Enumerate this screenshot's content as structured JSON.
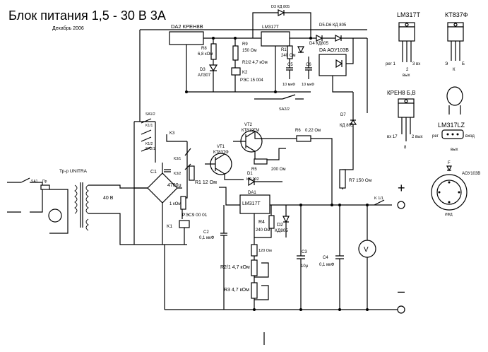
{
  "title": "Блок питания 1,5 - 30 В 3А",
  "date": "Декабрь 2006",
  "labels": {
    "da2": "DA2 КРЕН8В",
    "d3_top": "D3 КД 805",
    "lm317_top": "LM317T",
    "d5d6": "D5-D6 КД 805",
    "r8": "R8",
    "r8_val": "6,8 кОм",
    "r9": "R9",
    "r9_val": "150 Ом",
    "r1_top": "R1",
    "r1_top_val": "240 Ом",
    "d4": "D4 КД805",
    "da_aou": "DA АОУ103В",
    "d3": "D3",
    "d3_val": "АЛ307",
    "r2_2": "R2/2 4,7 кОм",
    "k2": "K2",
    "c5": "C5",
    "c6": "C6",
    "c5_val": "10 мкФ",
    "c6_val": "10 мкФ",
    "k2_relay": "РЭС 15 004",
    "sa22": "SA2/2",
    "sa12": "SA1/2",
    "k11": "K1/1",
    "vt2": "VT2",
    "vt2_type": "КТ819ГМ",
    "r6": "R6",
    "r6_val": "0,22 Ом",
    "d7": "D7",
    "d7_val": "КД 805",
    "k3": "K3",
    "k12": "K1/2",
    "sa21": "SA2/1",
    "vt1": "VT1",
    "vt1_type": "КТ837Ф",
    "k31": "K3/1",
    "k32": "K3/2",
    "r5": "R5",
    "r5_val": "200 Ом",
    "d1": "D1",
    "d1_val": "КД 202",
    "c1": "C1",
    "c1_val": "4700μ",
    "r1": "R1 12 Ом",
    "r1k": "1 кОм",
    "da1": "DA1",
    "da1_type": "LM317T",
    "r7": "R7 150 Ом",
    "k11b": "K 1/1",
    "tr": "Тр-р UNITRA",
    "v40": "40 В",
    "fuse": "Пр",
    "sa1": "SA1",
    "res_relay": "РЭС9 00 01",
    "k1": "K1",
    "c2": "C2",
    "c2_val": "0,1 мкФ",
    "r4": "R4",
    "r4_val": "240 Ом",
    "d2": "D2",
    "d2_val": "КД805",
    "r120": "120 Ом",
    "c3": "C3",
    "c3_val": "10μ",
    "c4": "C4",
    "c4_val": "0,1 мкФ",
    "r21": "R2/1 4,7 кОм",
    "r3": "R3 4,7 кОм",
    "plus": "+",
    "minus": "–",
    "volt": "V"
  },
  "pinouts": {
    "lm317t": {
      "title": "LM317T",
      "reg": "рег 1",
      "pin3": "3 вх",
      "pin2": "2",
      "out": "вых"
    },
    "kt837f": {
      "title": "КТ837Ф",
      "e": "Э",
      "b": "Б",
      "k": "К"
    },
    "kren8": {
      "title": "КРЕН8 Б,В",
      "in": "вх 17",
      "out": "2 вых",
      "gnd": "8"
    },
    "lm317lz": {
      "title": "LM317LZ",
      "reg": "рег",
      "in": "вход",
      "out": "вых"
    },
    "aou103": {
      "title": "АОУ103В",
      "f": "F",
      "ifd": "ИФД"
    }
  }
}
